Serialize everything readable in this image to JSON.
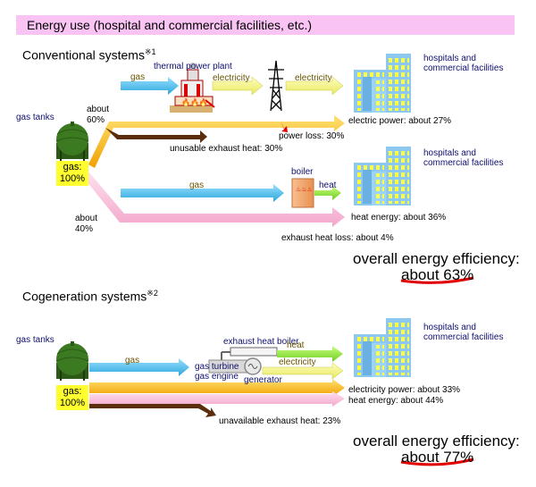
{
  "banner": "Energy use (hospital and commercial facilities, etc.)",
  "conventional": {
    "heading": "Conventional systems",
    "note": "※1",
    "gas_tanks": "gas tanks",
    "tank_label": "gas:\n100%",
    "tank_gas": "gas:",
    "tank_pct": "100%",
    "about60": "about\n60%",
    "about60_a": "about",
    "about60_b": "60%",
    "about40_a": "about",
    "about40_b": "40%",
    "gas1": "gas",
    "thermal_plant": "thermal power plant",
    "electricity1": "electricity",
    "electricity2": "electricity",
    "hospitals1_a": "hospitals and",
    "hospitals1_b": "commercial facilities",
    "electric_power": "electric power: about 27%",
    "power_loss": "power loss: 30%",
    "unusable_heat": "unusable exhaust heat: 30%",
    "hospitals2_a": "hospitals and",
    "hospitals2_b": "commercial facilities",
    "gas2": "gas",
    "boiler": "boiler",
    "heat": "heat",
    "heat_energy": "heat energy: about 36%",
    "exhaust_loss": "exhaust heat loss: about 4%",
    "efficiency_label": "overall energy efficiency:",
    "efficiency_value": "about 63%"
  },
  "cogeneration": {
    "heading": "Cogeneration systems",
    "note": "※2",
    "gas_tanks": "gas tanks",
    "tank_gas": "gas:",
    "tank_pct": "100%",
    "gas": "gas",
    "exhaust_boiler": "exhaust heat boiler",
    "gas_turbine": "gas turbine",
    "gas_engine": "gas engine",
    "generator": "generator",
    "heat": "heat",
    "electricity": "electricity",
    "hospitals_a": "hospitals and",
    "hospitals_b": "commercial facilities",
    "electricity_power": "electricity power: about 33%",
    "heat_energy": "heat energy: about 44%",
    "unavailable": "unavailable exhaust heat: 23%",
    "efficiency_label": "overall energy efficiency:",
    "efficiency_value": "about 77%"
  },
  "colors": {
    "banner": "#f9c4f3",
    "gas_arrow": "#40b8e8",
    "electric_arrow": "#ffc000",
    "heat_arrow": "#f8b8d8",
    "exhaust_arrow": "#5a2d0c",
    "light_arrow": "#f0f080",
    "efficiency_underline": "#e00000"
  }
}
